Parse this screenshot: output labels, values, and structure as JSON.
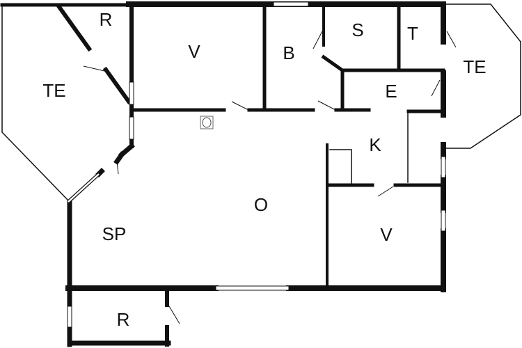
{
  "rooms": [
    {
      "id": "r-top",
      "label": "R"
    },
    {
      "id": "te-left",
      "label": "TE"
    },
    {
      "id": "v-top",
      "label": "V"
    },
    {
      "id": "b",
      "label": "B"
    },
    {
      "id": "s",
      "label": "S"
    },
    {
      "id": "t",
      "label": "T"
    },
    {
      "id": "te-right",
      "label": "TE"
    },
    {
      "id": "e",
      "label": "E"
    },
    {
      "id": "k",
      "label": "K"
    },
    {
      "id": "o",
      "label": "O"
    },
    {
      "id": "sp",
      "label": "SP"
    },
    {
      "id": "v-bottom",
      "label": "V"
    },
    {
      "id": "r-bottom",
      "label": "R"
    }
  ]
}
